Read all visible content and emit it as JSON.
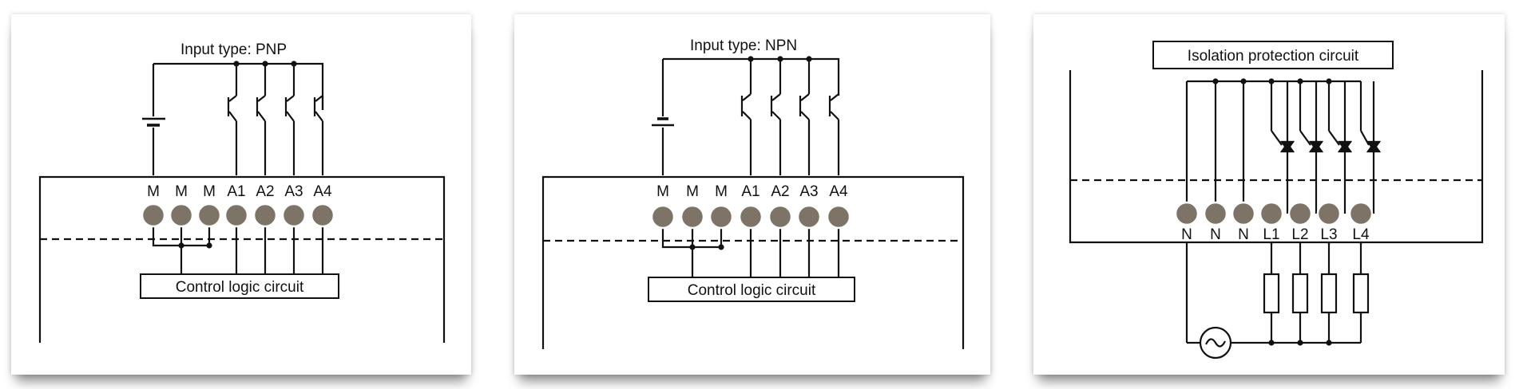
{
  "panels": [
    {
      "title": "Input type: PNP",
      "terminals": [
        "M",
        "M",
        "M",
        "A1",
        "A2",
        "A3",
        "A4"
      ],
      "box_label": "Control logic circuit"
    },
    {
      "title": "Input type: NPN",
      "terminals": [
        "M",
        "M",
        "M",
        "A1",
        "A2",
        "A3",
        "A4"
      ],
      "box_label": "Control logic circuit"
    },
    {
      "title": "Isolation protection circuit",
      "terminals": [
        "N",
        "N",
        "N",
        "L1",
        "L2",
        "L3",
        "L4"
      ]
    }
  ],
  "colors": {
    "terminal_fill": "#7d7367",
    "terminal_stroke": "#ffffff",
    "line": "#111111"
  }
}
